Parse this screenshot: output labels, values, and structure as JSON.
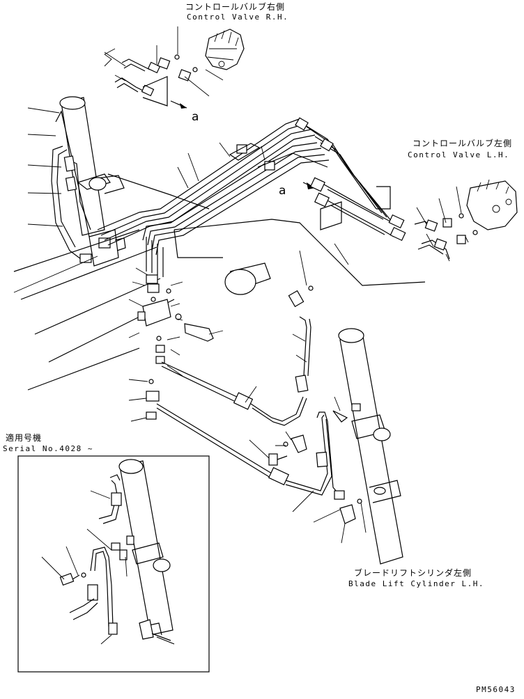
{
  "labels": {
    "cv_rh_jp": "コントロールバルブ右側",
    "cv_rh_en": "Control Valve R.H.",
    "cv_lh_jp": "コントロールバルブ左側",
    "cv_lh_en": "Control Valve L.H.",
    "applicable_jp": "適用号機",
    "serial_en": "Serial No.4028 ~",
    "blade_jp": "ブレードリフトシリンダ左側",
    "blade_en": "Blade Lift Cylinder L.H.",
    "view_a_1": "a",
    "view_a_2": "a",
    "part_code": "PM56043"
  },
  "icons": {
    "arrow": "arrow-right-icon"
  }
}
